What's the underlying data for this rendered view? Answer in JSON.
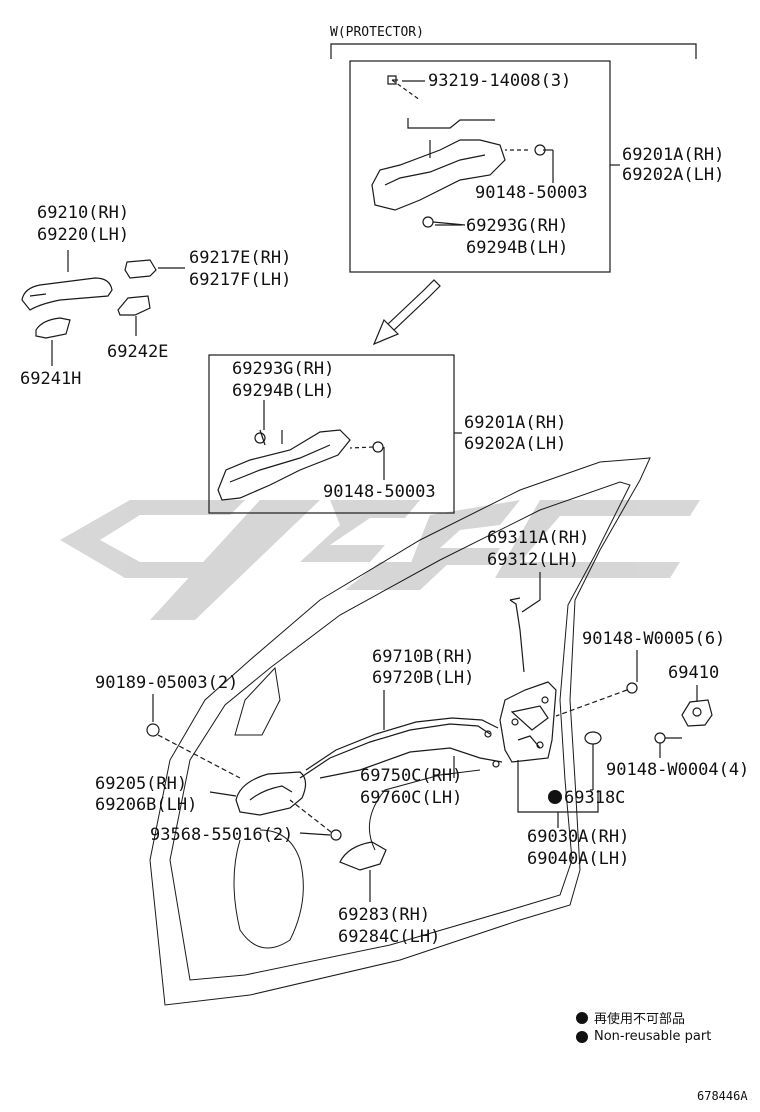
{
  "header_label": "W(PROTECTOR)",
  "parts": {
    "screw_93219": "93219-14008(3)",
    "bolt_90148_top": "90148-50003",
    "handle_frame_top_rh": "69201A(RH)",
    "handle_frame_top_lh": "69202A(LH)",
    "cap_top_rh": "69293G(RH)",
    "cap_top_lh": "69294B(LH)",
    "outside_handle_rh": "69210(RH)",
    "outside_handle_lh": "69220(LH)",
    "cover_rh": "69217E(RH)",
    "cover_lh": "69217F(LH)",
    "pad_69242": "69242E",
    "pad_69241": "69241H",
    "cap_mid_rh": "69293G(RH)",
    "cap_mid_lh": "69294B(LH)",
    "handle_frame_mid_rh": "69201A(RH)",
    "handle_frame_mid_lh": "69202A(LH)",
    "bolt_90148_mid": "90148-50003",
    "rod_rh": "69311A(RH)",
    "rod_lh": "69312(LH)",
    "screw_w0005": "90148-W0005(6)",
    "striker": "69410",
    "screw_w0004": "90148-W0004(4)",
    "clip_90189": "90189-05003(2)",
    "cable_rh": "69710B(RH)",
    "cable_lh": "69720B(LH)",
    "inside_handle_rh": "69205(RH)",
    "inside_handle_lh": "69206B(LH)",
    "cable2_rh": "69750C(RH)",
    "cable2_lh": "69760C(LH)",
    "seal_69318": "69318C",
    "screw_93568": "93568-55016(2)",
    "lock_rh": "69030A(RH)",
    "lock_lh": "69040A(LH)",
    "bezel_rh": "69283(RH)",
    "bezel_lh": "69284C(LH)"
  },
  "legend": {
    "jp": "再使用不可部品",
    "en": "Non-reusable part"
  },
  "diagram_id": "678446A",
  "colors": {
    "line": "#1a1a1a",
    "watermark": "#cfcfcf",
    "background": "#ffffff"
  }
}
